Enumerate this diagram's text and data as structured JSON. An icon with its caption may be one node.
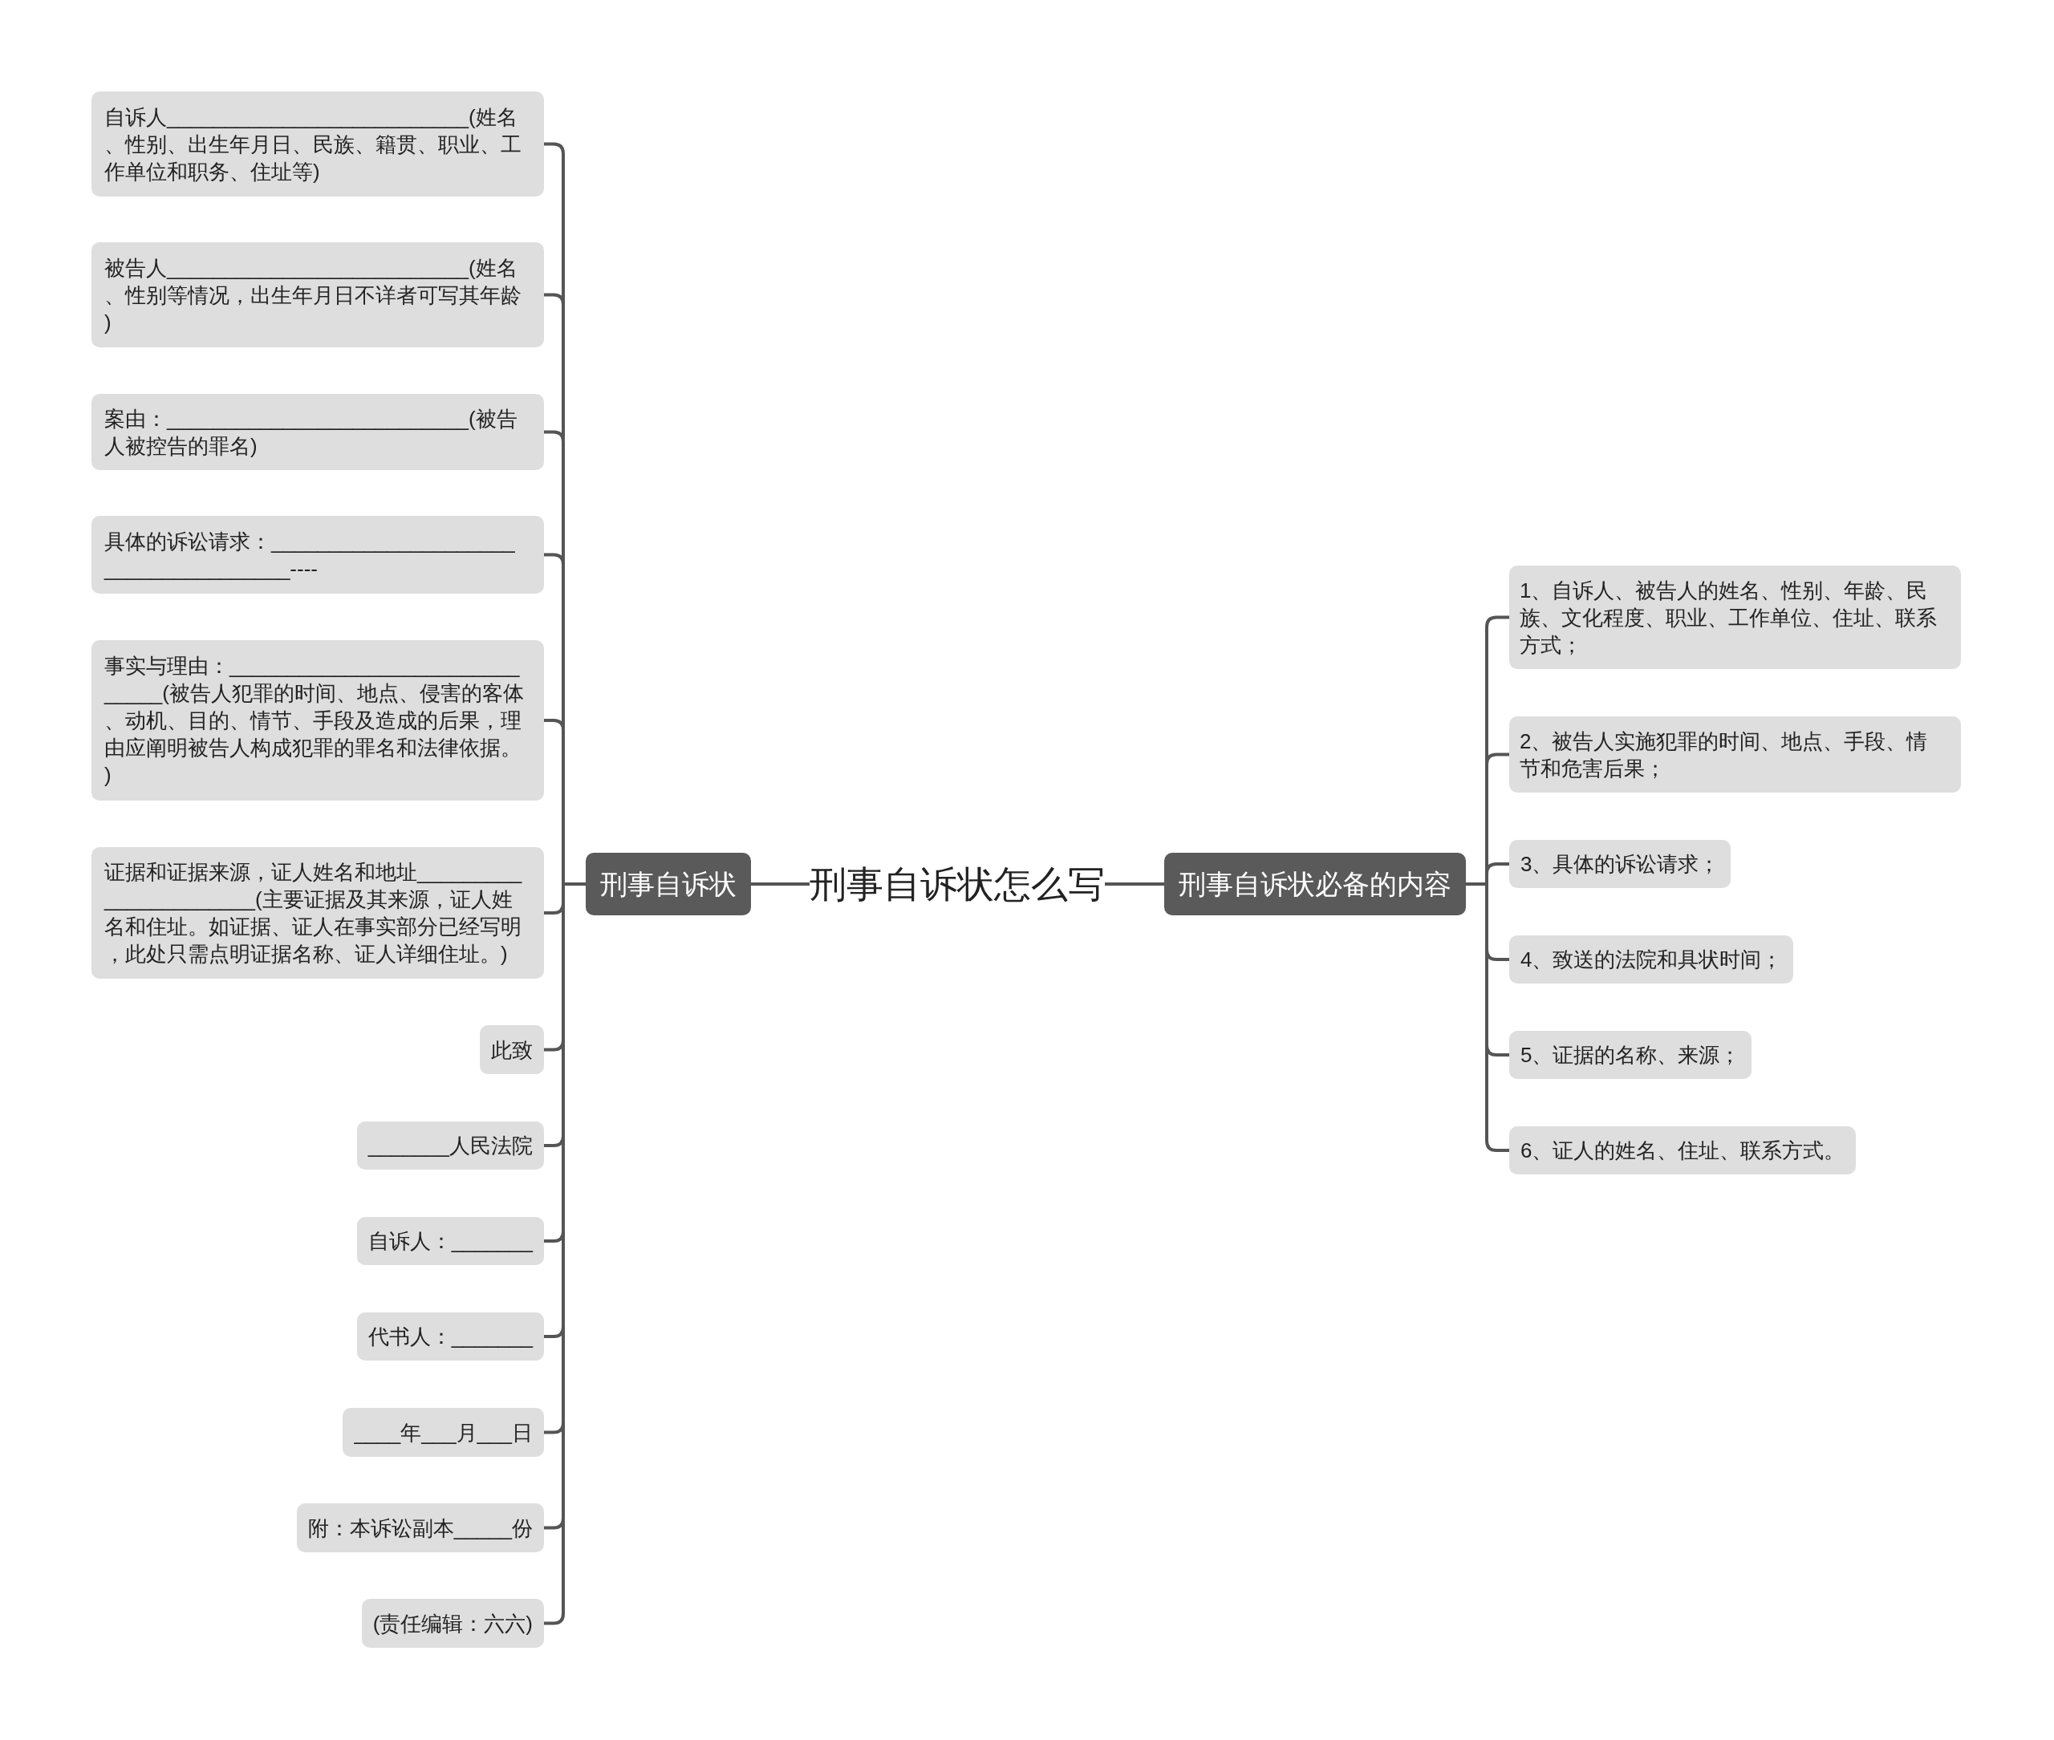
{
  "diagram": {
    "nodes": [
      {
        "text": [
          "刑事自诉状怎么写"
        ]
      },
      {
        "text": [
          "刑事自诉状"
        ]
      },
      {
        "text": [
          "自诉人__________________________(姓名、性别、出生年月日、民族、籍贯、职业、工作单位和职务、住址等)"
        ]
      },
      {
        "text": [
          "被告人__________________________(姓名、性别等情况，出生年月日不详者可写其年龄)"
        ]
      },
      {
        "text": [
          "案由：__________________________(被告人被控告的罪名)"
        ]
      },
      {
        "text": [
          "具体的诉讼请求：_____________________________________----"
        ]
      },
      {
        "text": [
          "事实与理由：______________________________(被告人犯罪的时间、地点、侵害的客体、动机、目的、情节、手段及造成的后果，理由应阐明被告人构成犯罪的罪名和法律依据。)"
        ]
      },
      {
        "text": [
          "证据和证据来源，证人姓名和地址______________________(主要证据及其来源，证人姓名和住址。如证据、证人在事实部分已经写明，此处只需点明证据名称、证人详细住址。)"
        ]
      },
      {
        "text": [
          "此致"
        ]
      },
      {
        "text": [
          "_______人民法院"
        ]
      },
      {
        "text": [
          "自诉人：_______"
        ]
      },
      {
        "text": [
          "代书人：_______"
        ]
      },
      {
        "text": [
          "____年___月___日"
        ]
      },
      {
        "text": [
          "附：本诉讼副本_____份"
        ]
      },
      {
        "text": [
          "(责任编辑：六六)"
        ]
      },
      {
        "text": [
          "刑事自诉状必备的内容"
        ]
      },
      {
        "text": [
          "1、自诉人、被告人的姓名、性别、年龄、民族、文化程度、职业、工作单位、住址、联系方式；"
        ]
      },
      {
        "text": [
          "2、被告人实施犯罪的时间、地点、手段、情节和危害后果；"
        ]
      },
      {
        "text": [
          "3、具体的诉讼请求；"
        ]
      },
      {
        "text": [
          "4、致送的法院和具状时间；"
        ]
      },
      {
        "text": [
          "5、证据的名称、来源；"
        ]
      },
      {
        "text": [
          "6、证人的姓名、住址、联系方式。"
        ]
      }
    ],
    "edges": [
      {
        "from": 0,
        "to": 1,
        "arrow": "none"
      },
      {
        "from": 0,
        "to": 15,
        "arrow": "none"
      },
      {
        "from": 1,
        "to": 2,
        "arrow": "none"
      },
      {
        "from": 1,
        "to": 3,
        "arrow": "none"
      },
      {
        "from": 1,
        "to": 4,
        "arrow": "none"
      },
      {
        "from": 1,
        "to": 5,
        "arrow": "none"
      },
      {
        "from": 1,
        "to": 6,
        "arrow": "none"
      },
      {
        "from": 1,
        "to": 7,
        "arrow": "none"
      },
      {
        "from": 1,
        "to": 8,
        "arrow": "none"
      },
      {
        "from": 1,
        "to": 9,
        "arrow": "none"
      },
      {
        "from": 1,
        "to": 10,
        "arrow": "none"
      },
      {
        "from": 1,
        "to": 11,
        "arrow": "none"
      },
      {
        "from": 1,
        "to": 12,
        "arrow": "none"
      },
      {
        "from": 1,
        "to": 13,
        "arrow": "none"
      },
      {
        "from": 1,
        "to": 14,
        "arrow": "none"
      },
      {
        "from": 15,
        "to": 16,
        "arrow": "none"
      },
      {
        "from": 15,
        "to": 17,
        "arrow": "none"
      },
      {
        "from": 15,
        "to": 18,
        "arrow": "none"
      },
      {
        "from": 15,
        "to": 19,
        "arrow": "none"
      },
      {
        "from": 15,
        "to": 20,
        "arrow": "none"
      },
      {
        "from": 15,
        "to": 21,
        "arrow": "none"
      }
    ]
  }
}
